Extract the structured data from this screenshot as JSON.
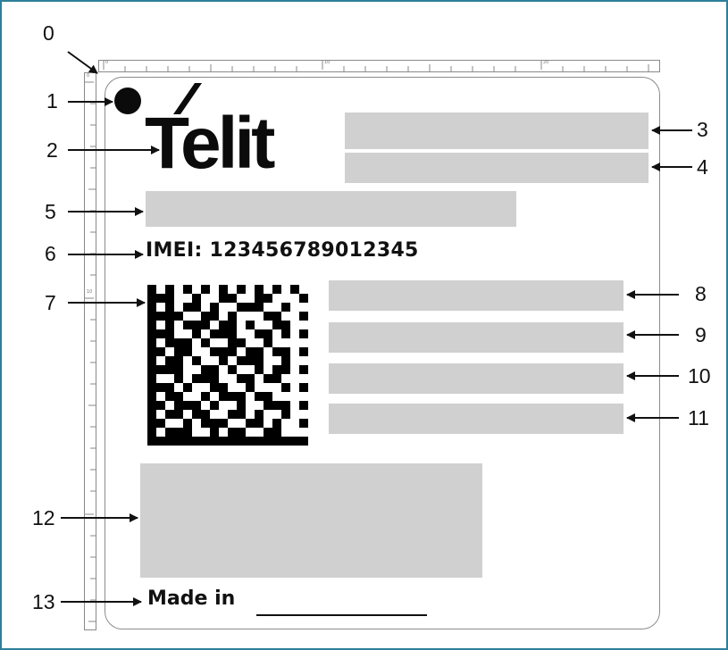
{
  "labels": [
    "0",
    "1",
    "2",
    "3",
    "4",
    "5",
    "6",
    "7",
    "8",
    "9",
    "10",
    "11",
    "12",
    "13"
  ],
  "logo_text": "Telit",
  "imei_text": "IMEI: 123456789012345",
  "made_in_text": "Made in",
  "ruler_top_ticks": [
    "0",
    "10",
    "20"
  ],
  "ruler_left_ticks": [
    "0",
    "10"
  ],
  "colors": {
    "frame_border": "#2e7f9a",
    "placeholder": "#d0d0d0",
    "ink": "#111111"
  }
}
